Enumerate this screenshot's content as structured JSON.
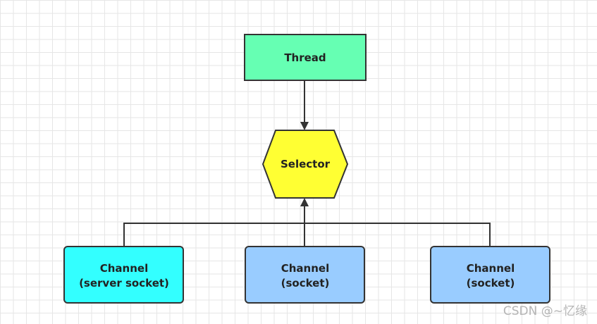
{
  "nodes": {
    "thread": {
      "label": "Thread",
      "color": "#66FFB3"
    },
    "selector": {
      "label": "Selector",
      "color": "#FFFF33"
    },
    "channel_server": {
      "line1": "Channel",
      "line2": "(server socket)",
      "color": "#33FFFF"
    },
    "channel_socket_1": {
      "line1": "Channel",
      "line2": "(socket)",
      "color": "#99CCFF"
    },
    "channel_socket_2": {
      "line1": "Channel",
      "line2": "(socket)",
      "color": "#99CCFF"
    }
  },
  "watermark": "CSDN @~忆缘",
  "colors": {
    "stroke": "#333333",
    "grid": "#e6e6e6"
  }
}
